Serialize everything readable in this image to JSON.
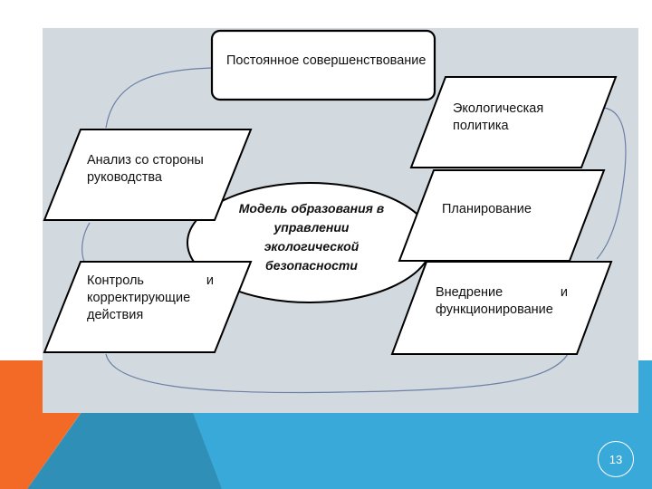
{
  "slide": {
    "page_number": "13",
    "colors": {
      "orange": "#f26a25",
      "blue": "#39a9d9",
      "dark_blue": "#2f8fb6",
      "panel": "#d3dadf"
    }
  },
  "diagram": {
    "top_box": "Постоянное совершенствование",
    "center": [
      "Модель образования в",
      "управлении",
      "экологической",
      "безопасности"
    ],
    "nodes": {
      "eco_policy": [
        "Экологическая",
        "политика"
      ],
      "analysis": [
        "Анализ со стороны",
        "руководства"
      ],
      "planning": "Планирование",
      "control": [
        "Контроль",
        "и",
        "корректирующие",
        "действия"
      ],
      "implementation": [
        "Внедрение",
        "и",
        "функционирование"
      ]
    }
  }
}
